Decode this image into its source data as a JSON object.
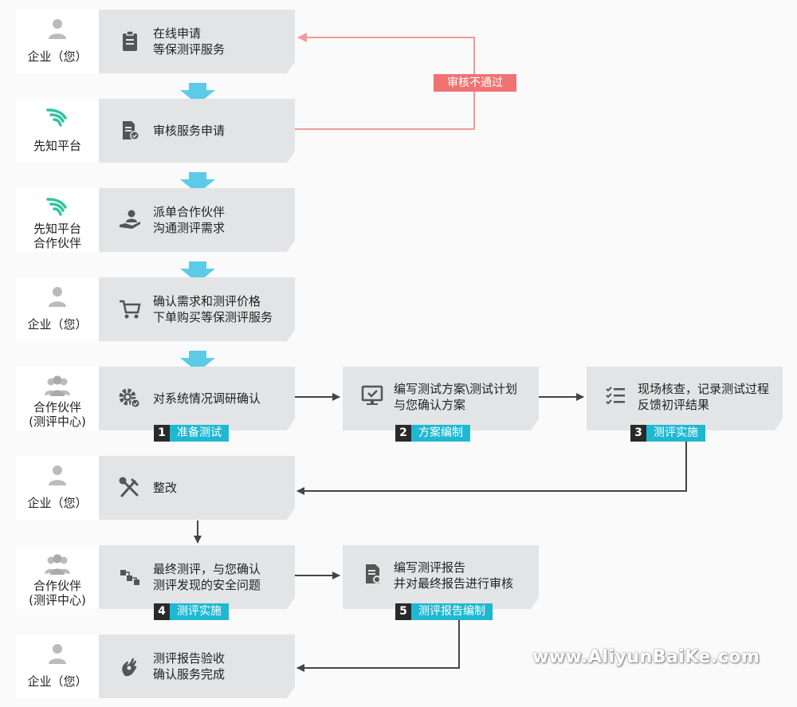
{
  "steps": [
    {
      "role": [
        "企业（您）"
      ],
      "role_icon": "user-icon",
      "action_icon": "clipboard-icon",
      "action": [
        "在线申请",
        "等保测评服务"
      ]
    },
    {
      "role": [
        "先知平台"
      ],
      "role_icon": "xianzhi-logo",
      "action_icon": "document-check-icon",
      "action": [
        "审核服务申请"
      ]
    },
    {
      "role": [
        "先知平台",
        "合作伙伴"
      ],
      "role_icon": "xianzhi-logo",
      "action_icon": "hand-user-icon",
      "action": [
        "派单合作伙伴",
        "沟通测评需求"
      ]
    },
    {
      "role": [
        "企业（您）"
      ],
      "role_icon": "user-icon",
      "action_icon": "cart-icon",
      "action": [
        "确认需求和测评价格",
        "下单购买等保测评服务"
      ]
    },
    {
      "role": [
        "合作伙伴",
        "(测评中心)"
      ],
      "role_icon": "group-icon",
      "action_icon": "gear-check-icon",
      "action": [
        "对系统情况调研确认"
      ]
    },
    {
      "role": [
        "企业（您）"
      ],
      "role_icon": "user-icon",
      "action_icon": "tools-icon",
      "action": [
        "整改"
      ]
    },
    {
      "role": [
        "合作伙伴",
        "(测评中心)"
      ],
      "role_icon": "group-icon",
      "action_icon": "flow-icon",
      "action": [
        "最终测评，与您确认",
        "测评发现的安全问题"
      ]
    },
    {
      "role": [
        "企业（您）"
      ],
      "role_icon": "user-icon",
      "action_icon": "ok-hand-icon",
      "action": [
        "测评报告验收",
        "确认服务完成"
      ]
    }
  ],
  "side_boxes": [
    {
      "icon": "monitor-check-icon",
      "text": [
        "编写测试方案\\测试计划",
        "与您确认方案"
      ]
    },
    {
      "icon": "checklist-icon",
      "text": [
        "现场核查，记录测试过程",
        "反馈初评结果"
      ]
    },
    {
      "icon": "report-icon",
      "text": [
        "编写测评报告",
        "并对最终报告进行审核"
      ]
    }
  ],
  "phases": [
    {
      "num": "1",
      "name": "准备测试"
    },
    {
      "num": "2",
      "name": "方案编制"
    },
    {
      "num": "3",
      "name": "测评实施"
    },
    {
      "num": "4",
      "name": "测评实施"
    },
    {
      "num": "5",
      "name": "测评报告编制"
    }
  ],
  "reject_label": "审核不通过",
  "watermark": "www.AliyunBaiKe.com",
  "colors": {
    "phase": "#1fb8d2",
    "reject": "#f07272",
    "arrow_down": "#5ccbe8",
    "xianzhi": "#2ec4a0"
  }
}
